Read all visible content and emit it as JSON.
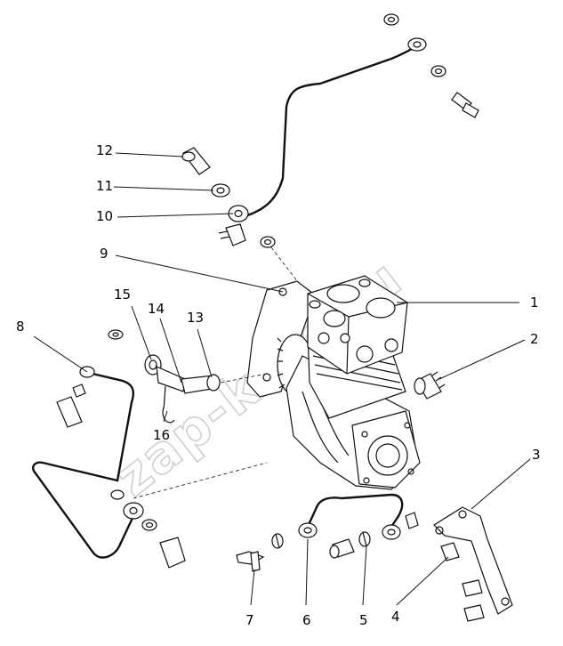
{
  "diagram": {
    "watermark": "zap-kam.ru",
    "callouts": [
      {
        "id": "c1",
        "label": "1"
      },
      {
        "id": "c2",
        "label": "2"
      },
      {
        "id": "c3",
        "label": "3"
      },
      {
        "id": "c4",
        "label": "4"
      },
      {
        "id": "c5",
        "label": "5"
      },
      {
        "id": "c6",
        "label": "6"
      },
      {
        "id": "c7",
        "label": "7"
      },
      {
        "id": "c8",
        "label": "8"
      },
      {
        "id": "c9",
        "label": "9"
      },
      {
        "id": "c10",
        "label": "10"
      },
      {
        "id": "c11",
        "label": "11"
      },
      {
        "id": "c12",
        "label": "12"
      },
      {
        "id": "c13",
        "label": "13"
      },
      {
        "id": "c14",
        "label": "14"
      },
      {
        "id": "c15",
        "label": "15"
      },
      {
        "id": "c16",
        "label": "16"
      }
    ]
  }
}
